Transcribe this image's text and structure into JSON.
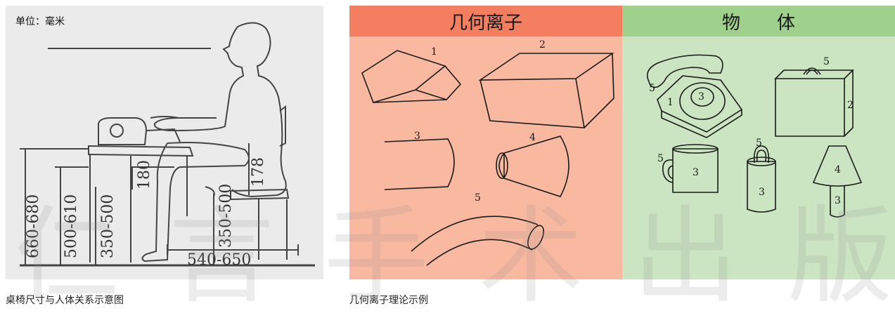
{
  "left_figure": {
    "unit_label": "单位：毫米",
    "dimensions": [
      "660-680",
      "500-610",
      "350-500",
      "180",
      "350-500",
      "178",
      "540-650"
    ],
    "caption": "桌椅尺寸与人体关系示意图"
  },
  "right_figure": {
    "geons_title": "几何离子",
    "objects_title": "物　　体",
    "geon_numbers": [
      "1",
      "2",
      "3",
      "4",
      "5"
    ],
    "object_labels": {
      "phone": [
        "5",
        "1",
        "3"
      ],
      "briefcase": [
        "5",
        "2"
      ],
      "mug": [
        "5",
        "3"
      ],
      "bucket": [
        "5",
        "3"
      ],
      "lamp": [
        "4",
        "3"
      ]
    },
    "caption": "几何离子理论示例"
  },
  "watermark": "仁言手术出版社",
  "colors": {
    "geons_header": "#f47e60",
    "geons_bg": "#f9b8a0",
    "objects_header": "#9fd08c",
    "objects_bg": "#cbe4c1",
    "left_bg": "#ebebeb"
  }
}
